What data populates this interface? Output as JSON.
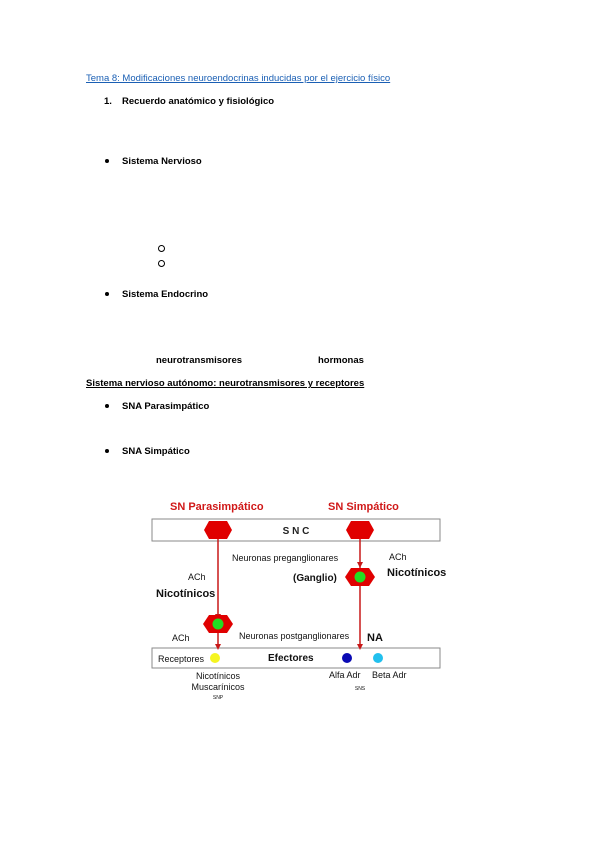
{
  "doc": {
    "title": "Tema 8: Modificaciones neuroendocrinas inducidas por el ejercicio físico",
    "item1_number": "1.",
    "item1_text": "Recuerdo anatómico y fisiológico",
    "bullet_nervioso": "Sistema  Nervioso",
    "bullet_endocrino": "Sistema  Endocrino",
    "label_neurotransmisores": "neurotransmisores",
    "label_hormonas": "hormonas",
    "subheading": "Sistema nervioso autónomo: neurotransmisores y receptores",
    "bullet_parasimpatico": "SNA  Parasimpático",
    "bullet_simpatico": "SNA Simpático"
  },
  "diagram": {
    "title_parasimpatico": "SN Parasimpático",
    "title_simpatico": "SN Simpático",
    "snc_label": "S N C",
    "ach_top_right": "ACh",
    "nicotinicos_top_right": "Nicotínicos",
    "ganglio": "(Ganglio)",
    "neuronas_pre": "Neuronas preganglionares",
    "ach_left_mid": "ACh",
    "nicotinicos_left": "Nicotínicos",
    "ach_left_low": "ACh",
    "neuronas_post": "Neuronas postganglionares",
    "na": "NA",
    "receptores": "Receptores",
    "efectores": "Efectores",
    "nicotinicos_bottom": "Nicotínicos",
    "muscarinicos": "Muscarínicos",
    "snp": "SNP",
    "alfa_adr": "Alfa Adr",
    "beta_adr": "Beta Adr",
    "sns": "SNS",
    "colors": {
      "title_red": "#d01818",
      "hexagon": "#e00000",
      "node_green": "#22dd22",
      "line_red": "#c81818",
      "yellow": "#f5f521",
      "dark_blue": "#0a0ab4",
      "light_blue": "#22c0ee"
    }
  }
}
